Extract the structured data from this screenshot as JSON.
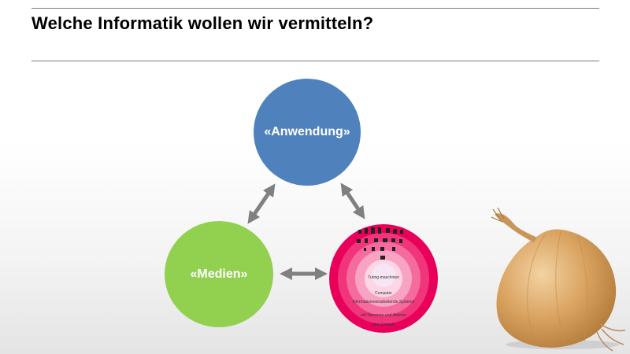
{
  "slide": {
    "title": "Welche Informatik wollen wir vermitteln?"
  },
  "diagram": {
    "nodes": [
      {
        "id": "anwendung",
        "label": "«Anwendung»",
        "color": "#4f81bd"
      },
      {
        "id": "medien",
        "label": "«Medien»",
        "color": "#92d050"
      },
      {
        "id": "informatik",
        "label": "",
        "color": "#e6005c"
      }
    ],
    "edges": [
      {
        "from": "anwendung",
        "to": "medien",
        "style": "double-arrow"
      },
      {
        "from": "anwendung",
        "to": "informatik",
        "style": "double-arrow"
      },
      {
        "from": "medien",
        "to": "informatik",
        "style": "double-arrow"
      }
    ],
    "layer_model": {
      "rings": [
        {
          "label": "Turing-maschinen"
        },
        {
          "label": "Computer"
        },
        {
          "label": "Informationsverarbeitende Systeme"
        },
        {
          "label": "mit Sensoren und Aktoren"
        },
        {
          "label": "plus Umwelt"
        }
      ],
      "colors": [
        "#e8005a",
        "#f0357a",
        "#f56b9e",
        "#f9a3c2",
        "#fcd6e4",
        "#f6e6f5"
      ]
    }
  },
  "decoration": {
    "image": "onion-photo",
    "colors": {
      "skin": "#d9a15e",
      "highlight": "#f2d3a2",
      "shadow": "#b27a3a"
    }
  }
}
